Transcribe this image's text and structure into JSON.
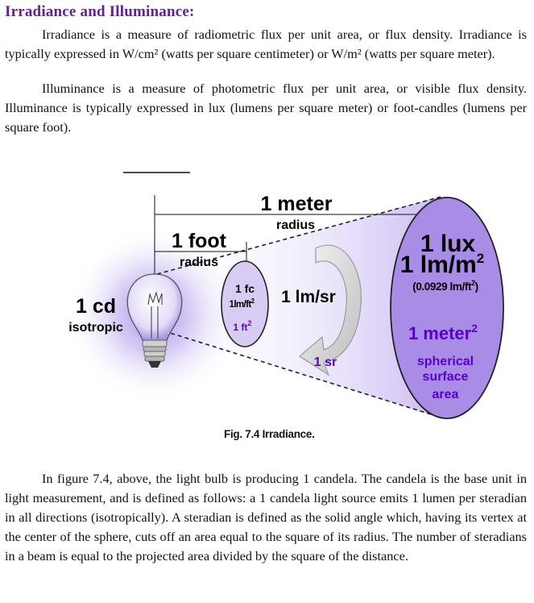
{
  "title": "Irradiance and Illuminance:",
  "paragraphs": {
    "p1": "Irradiance is a measure of radiometric flux per unit area, or flux density. Irradiance is typically expressed in W/cm² (watts per square centimeter) or W/m² (watts per square meter).",
    "p2": "Illuminance is a measure of photometric flux per unit area, or visible flux density.  Illuminance is typically expressed in lux (lumens per square meter) or foot-candles (lumens per square foot).",
    "p3": "In figure 7.4, above, the light bulb is producing 1 candela.  The candela is the base unit in light measurement, and is defined as follows:  a 1 candela light source emits 1 lumen per steradian in all directions (isotropically).  A steradian is defined as the solid angle which, having its vertex at the center of the sphere, cuts off an area equal to the square of its radius.  The number of steradians in a beam is equal to the projected area divided by the square of the distance."
  },
  "figure": {
    "meter_label": "1 meter",
    "meter_sub": "radius",
    "foot_label": "1 foot",
    "foot_sub": "radius",
    "cd_label": "1 cd",
    "cd_sub": "isotropic",
    "fc_1": "1 fc",
    "fc_2": "1lm/ft",
    "fc_3": "1 ft",
    "lmsr": "1 lm/sr",
    "sr": "1 sr",
    "lux_1": "1 lux",
    "lux_2": "1 lm/m",
    "lux_3": "(0.0929 lm/ft",
    "lux_3_end": ")",
    "area_1": "1 meter",
    "area_2": "spherical",
    "area_3": "surface",
    "area_4": "area",
    "sup2": "2",
    "caption": "Fig. 7.4  Irradiance."
  },
  "colors": {
    "title": "#6a1b9a",
    "area_text": "#5a00c8",
    "ellipse_fill": "#a98ce6"
  }
}
